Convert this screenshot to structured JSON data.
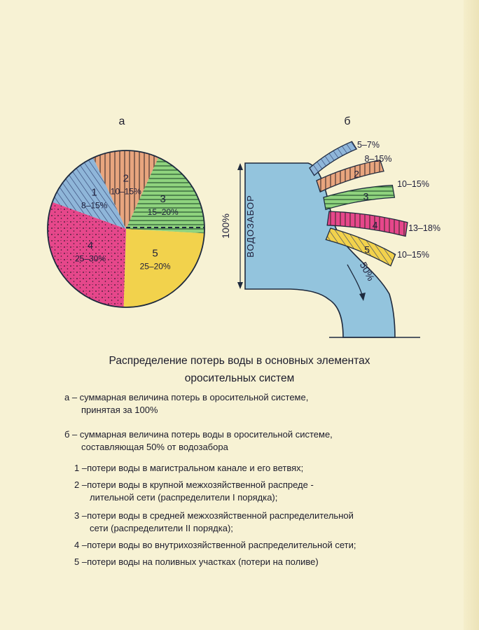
{
  "chart_data": [
    {
      "type": "pie",
      "panel_label": "а",
      "categories": [
        "1",
        "2",
        "3",
        "4",
        "5"
      ],
      "slice_labels": [
        "8–15%",
        "10–15%",
        "15–20%",
        "25–30%",
        "25–20%"
      ],
      "values": [
        11.5,
        12.5,
        17.5,
        27.5,
        22.5
      ],
      "colors": [
        "#8fb6d9",
        "#e8a57e",
        "#8fd37e",
        "#e6478b",
        "#f2d24c"
      ]
    },
    {
      "type": "bar",
      "panel_label": "б",
      "categories": [
        "1",
        "2",
        "3",
        "4",
        "5"
      ],
      "slice_labels": [
        "5–7%",
        "8–15%",
        "10–15%",
        "13–18%",
        "10–15%"
      ],
      "values": [
        6,
        11.5,
        12.5,
        15.5,
        12.5
      ],
      "colors": [
        "#8fb6d9",
        "#e8a57e",
        "#8fd37e",
        "#e6478b",
        "#f2d24c"
      ],
      "intake_label": "ВОДОЗАБОР",
      "intake_pct": "100%",
      "outflow_pct": "50%"
    }
  ],
  "caption": {
    "line1": "Распределение потерь воды в основных элементах",
    "line2": "оросительных систем"
  },
  "notes": [
    {
      "line1": "а – суммарная величина потерь в оросительной системе,",
      "line2": "принятая за 100%"
    },
    {
      "line1": "б – суммарная величина потерь воды в оросительной системе,",
      "line2": "составляющая 50% от водозабора"
    }
  ],
  "items": [
    {
      "line1": "1 –потери воды в магистральном канале и его ветвях;",
      "line2": ""
    },
    {
      "line1": "2 –потери воды в крупной межхозяйственной распреде -",
      "line2": "лительной сети (распределители I порядка);"
    },
    {
      "line1": "3 –потери воды в средней межхозяйственной распределительной",
      "line2": "сети (распределители II порядка);"
    },
    {
      "line1": "4 –потери воды во внутрихозяйственной распределительной сети;",
      "line2": ""
    },
    {
      "line1": "5 –потери воды на поливных участках (потери на поливе)",
      "line2": ""
    }
  ]
}
